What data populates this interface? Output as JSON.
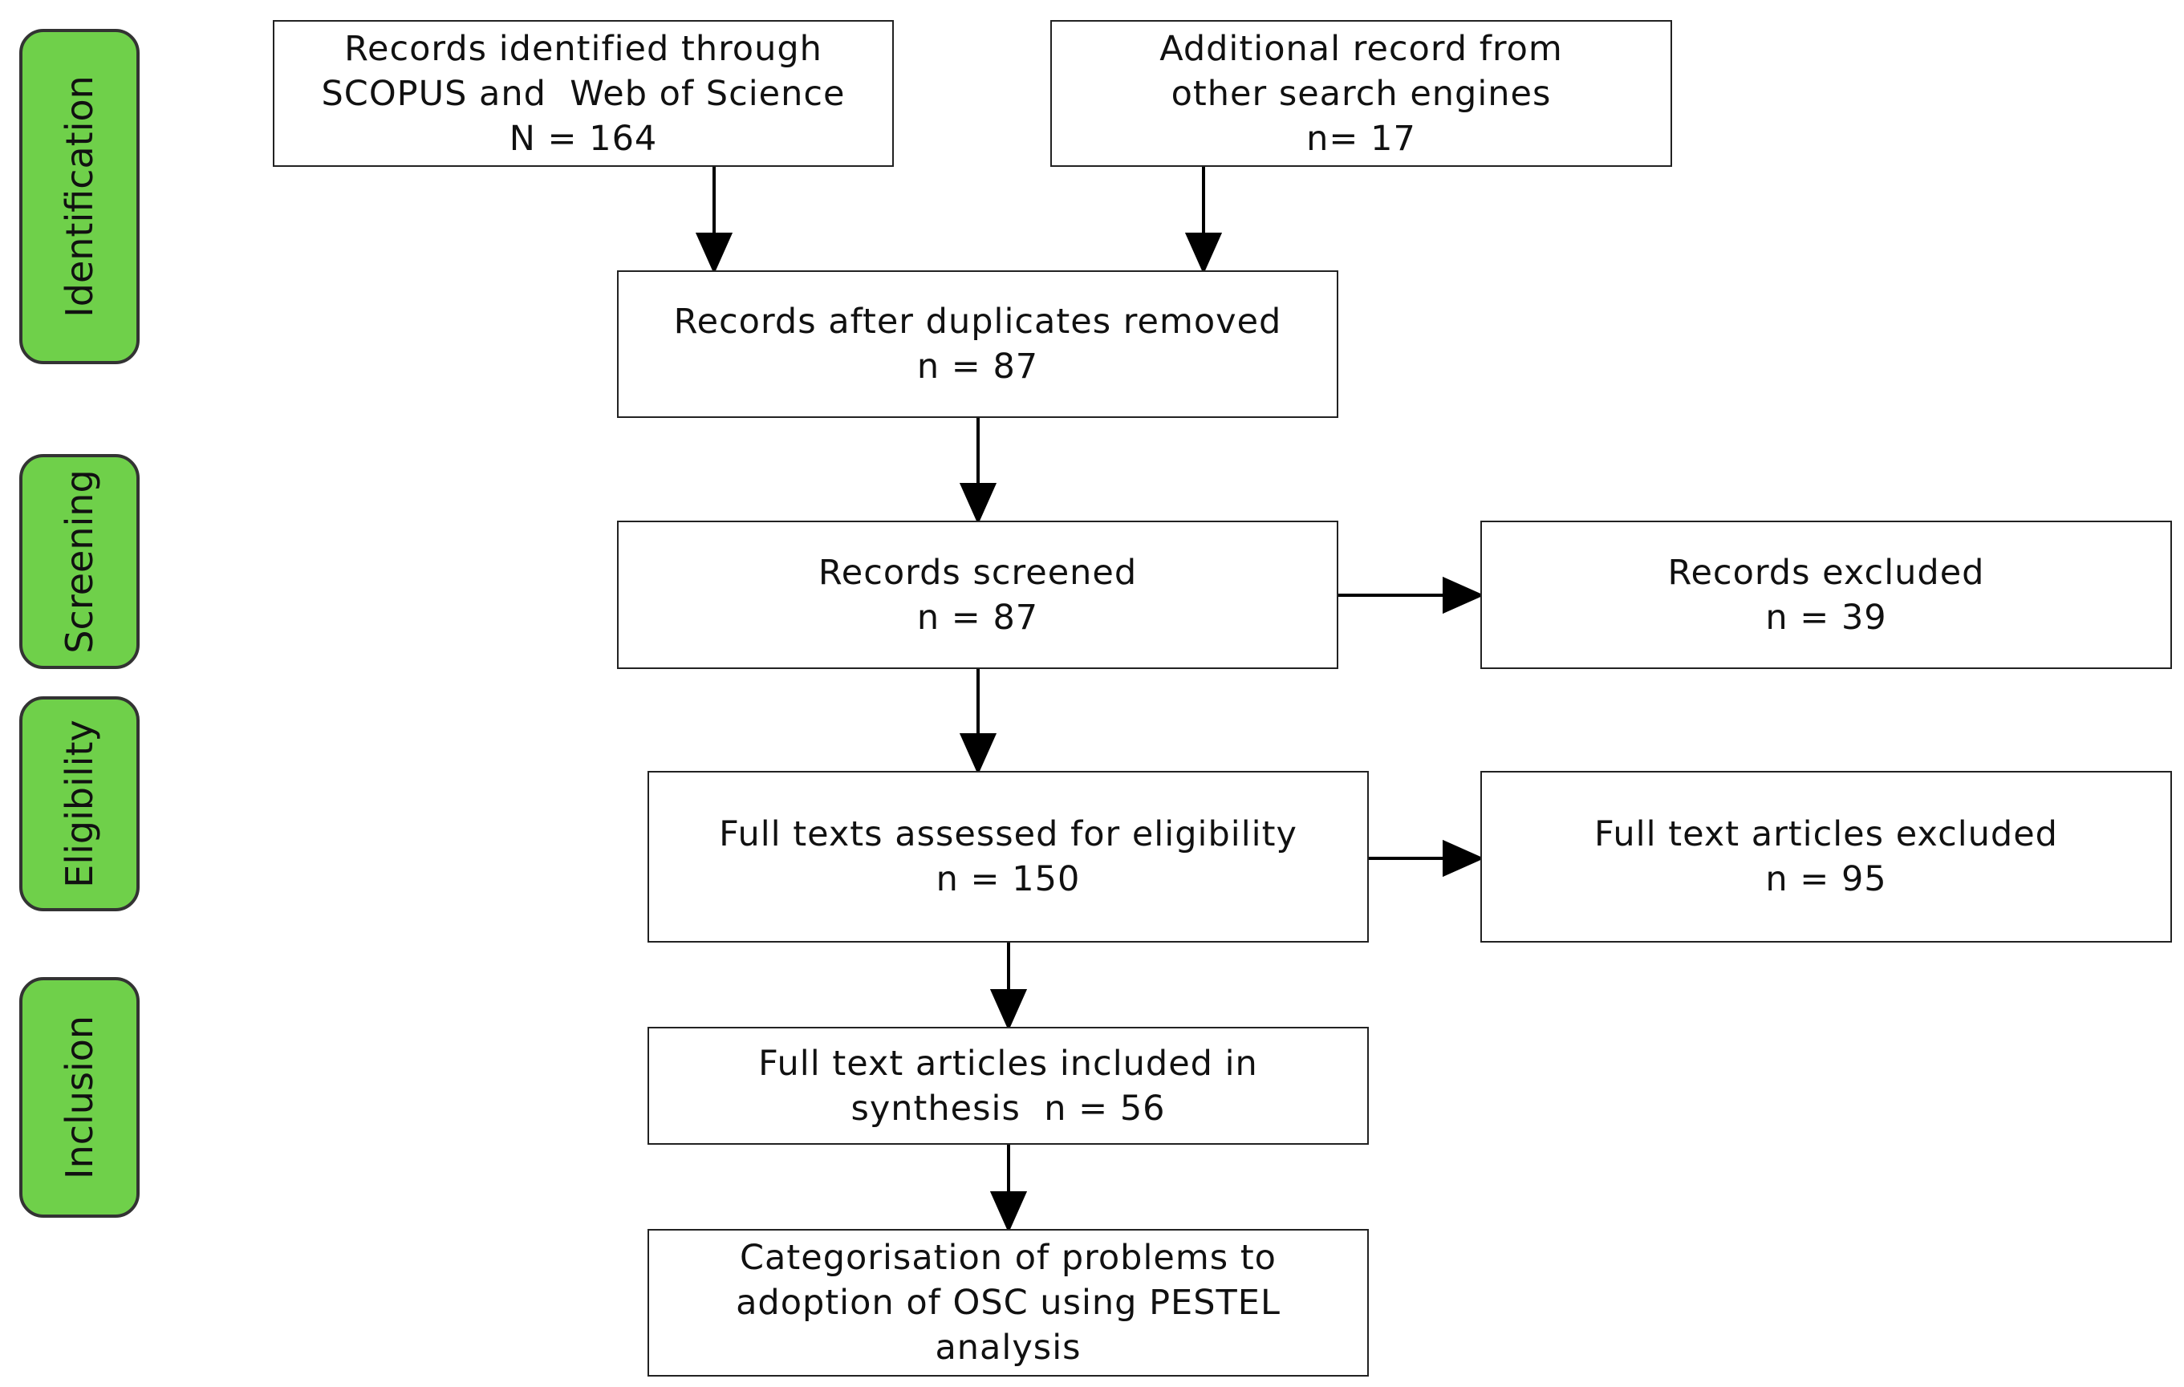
{
  "stages": {
    "identification": "Identification",
    "screening": "Screening",
    "eligibility": "Eligibility",
    "inclusion": "Inclusion"
  },
  "boxes": {
    "scopus": {
      "line1": "Records identified through",
      "line2": "SCOPUS and  Web of Science",
      "line3": "N = 164"
    },
    "additional": {
      "line1": "Additional record from",
      "line2": "other search engines",
      "line3": "n= 17"
    },
    "duplicates": {
      "line1": "Records after duplicates removed",
      "line2": "n = 87"
    },
    "screened": {
      "line1": "Records screened",
      "line2": "n = 87"
    },
    "excluded": {
      "line1": "Records excluded",
      "line2": "n = 39"
    },
    "fulltext": {
      "line1": "Full texts assessed for eligibility",
      "line2": "n = 150"
    },
    "fulltext_excluded": {
      "line1": "Full text articles excluded",
      "line2": "n = 95"
    },
    "included": {
      "line1": "Full text articles included in",
      "line2": "synthesis  n = 56"
    },
    "categorisation": {
      "line1": "Categorisation of problems to",
      "line2": "adoption of OSC using PESTEL",
      "line3": "analysis"
    }
  },
  "colors": {
    "stage_fill": "#6fd04a",
    "border": "#222222",
    "arrow": "#000000"
  }
}
